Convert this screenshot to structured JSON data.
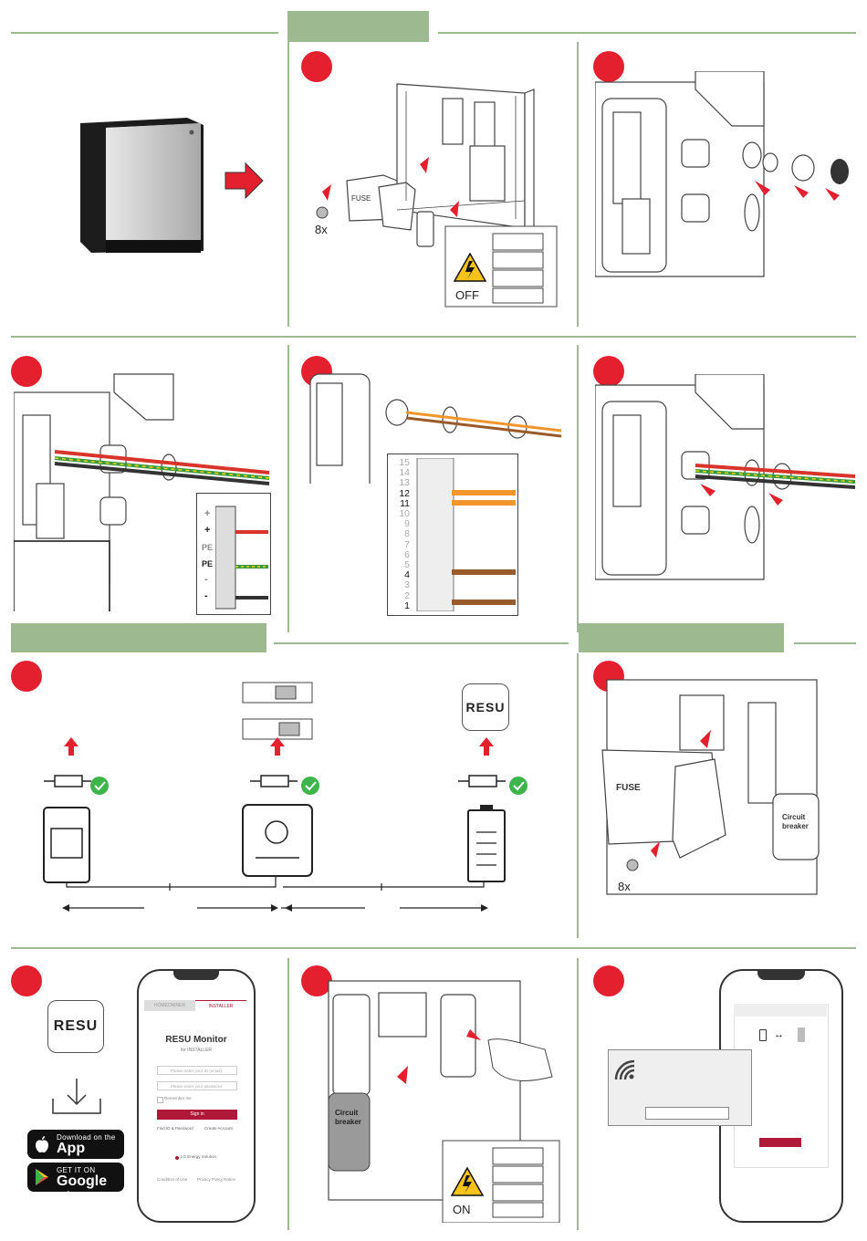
{
  "labels": {
    "quantity_screws_a": "8x",
    "quantity_screws_b": "8x",
    "off_label": "OFF",
    "on_label": "ON",
    "terminal_plus_a": "+",
    "terminal_plus_b": "+",
    "terminal_pe_a": "PE",
    "terminal_pe_b": "PE",
    "terminal_minus_a": "-",
    "terminal_minus_b": "-",
    "fuse_label": "FUSE",
    "circuit_breaker_label": "Circuit breaker"
  },
  "terminal_numbers": [
    "15",
    "14",
    "13",
    "12",
    "11",
    "10",
    "9",
    "8",
    "7",
    "6",
    "5",
    "4",
    "3",
    "2",
    "1"
  ],
  "bold_terminals": [
    "12",
    "11",
    "4",
    "1"
  ],
  "app": {
    "brand": "RESU",
    "store_apple_small": "Download on the",
    "store_apple_big": "App Store",
    "store_google_small": "GET IT ON",
    "store_google_big": "Google Play",
    "login": {
      "tab_homeowner": "HOMEOWNER",
      "tab_installer": "INSTALLER",
      "title": "RESU Monitor",
      "subtitle": "for INSTALLER",
      "id_placeholder": "Please enter your ID (email)",
      "password_placeholder": "Please enter your password",
      "remember": "Remember me",
      "sign_in": "Sign in",
      "find_id": "Find ID & Password",
      "create_account": "Create Account",
      "company": "LG Energy Solution",
      "conditions": "Condition of Use",
      "privacy": "Privacy Policy Notice"
    }
  },
  "colors": {
    "accent_green": "#9db98f",
    "step_red": "#e5202e",
    "arrow_red": "#e5202e",
    "check_green": "#3db54a",
    "wire_red": "#d9342b",
    "wire_green": "#3c9a3c",
    "wire_yellow": "#e8d21b",
    "wire_orange": "#f2952b",
    "wire_brown": "#9b5a2a",
    "sign_in_red": "#b0183a"
  }
}
